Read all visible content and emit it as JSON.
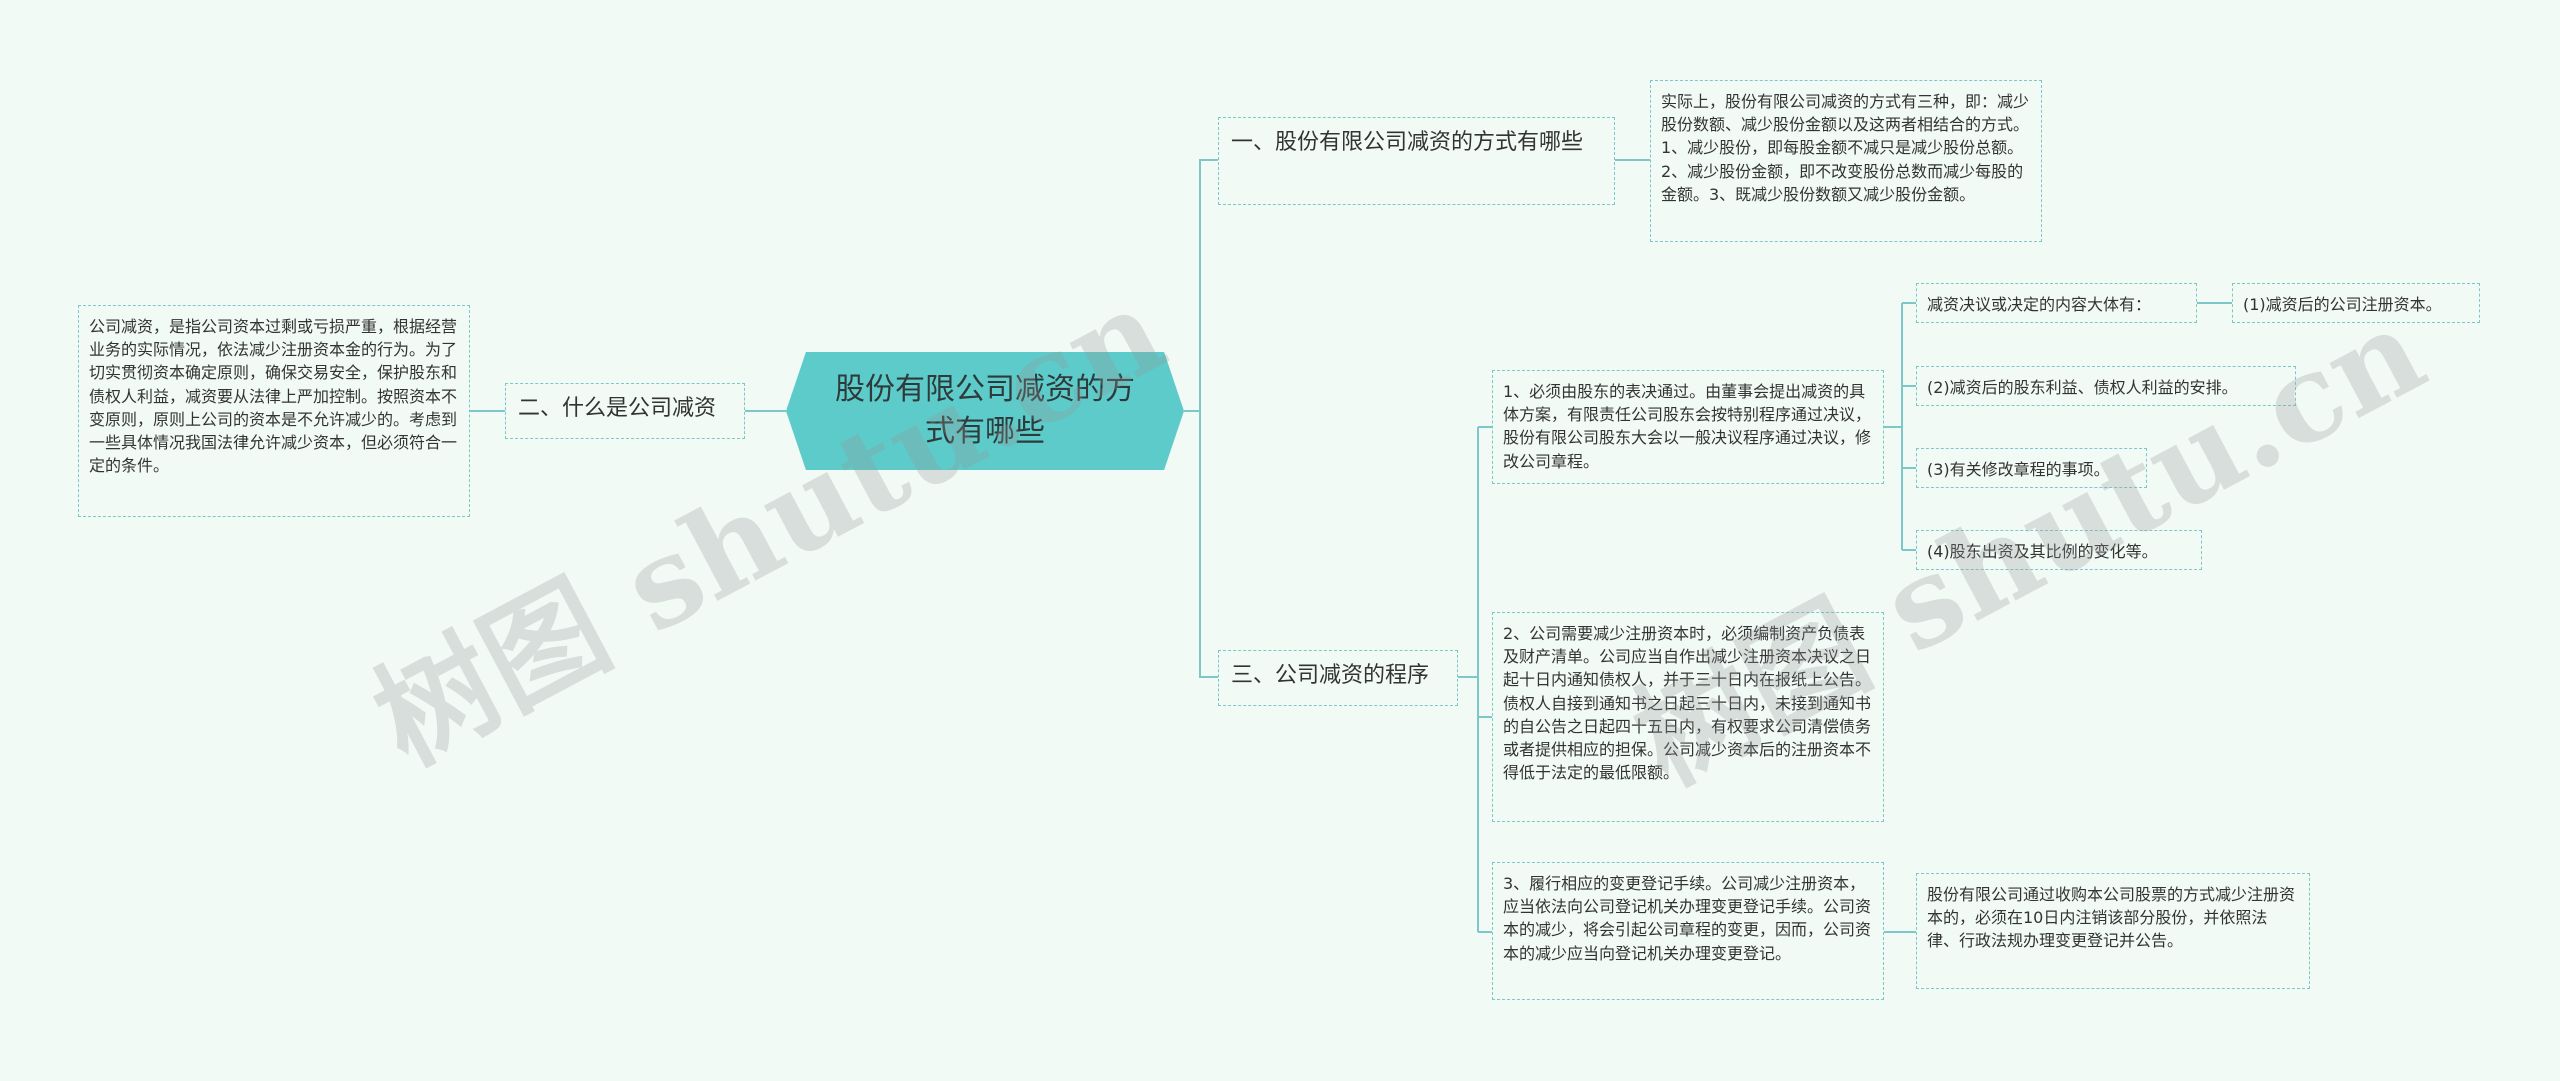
{
  "root": {
    "title": "股份有限公司减资的方式有哪些"
  },
  "branches": {
    "b1": {
      "label": "一、股份有限公司减资的方式有哪些",
      "detail": "实际上，股份有限公司减资的方式有三种，即：减少股份数额、减少股份金额以及这两者相结合的方式。1、减少股份，即每股金额不减只是减少股份总额。2、减少股份金额，即不改变股份总数而减少每股的金额。3、既减少股份数额又减少股份金额。"
    },
    "b2": {
      "label": "二、什么是公司减资",
      "detail": "公司减资，是指公司资本过剩或亏损严重，根据经营业务的实际情况，依法减少注册资本金的行为。为了切实贯彻资本确定原则，确保交易安全，保护股东和债权人利益，减资要从法律上严加控制。按照资本不变原则，原则上公司的资本是不允许减少的。考虑到一些具体情况我国法律允许减少资本，但必须符合一定的条件。"
    },
    "b3": {
      "label": "三、公司减资的程序",
      "step1": "1、必须由股东的表决通过。由董事会提出减资的具体方案，有限责任公司股东会按特别程序通过决议，股份有限公司股东大会以一般决议程序通过决议，修改公司章程。",
      "step1_heading": "减资决议或决定的内容大体有：",
      "step1_items": [
        "(1)减资后的公司注册资本。",
        "(2)减资后的股东利益、债权人利益的安排。",
        "(3)有关修改章程的事项。",
        "(4)股东出资及其比例的变化等。"
      ],
      "step2": "2、公司需要减少注册资本时，必须编制资产负债表及财产清单。公司应当自作出减少注册资本决议之日起十日内通知债权人，并于三十日内在报纸上公告。债权人自接到通知书之日起三十日内，未接到通知书的自公告之日起四十五日内，有权要求公司清偿债务或者提供相应的担保。公司减少资本后的注册资本不得低于法定的最低限额。",
      "step3": "3、履行相应的变更登记手续。公司减少注册资本，应当依法向公司登记机关办理变更登记手续。公司资本的减少，将会引起公司章程的变更，因而，公司资本的减少应当向登记机关办理变更登记。",
      "step3_note": "股份有限公司通过收购本公司股票的方式减少注册资本的，必须在10日内注销该部分股份，并依照法律、行政法规办理变更登记并公告。"
    }
  },
  "watermarks": [
    "树图 shutu.cn",
    "树图 shutu.cn"
  ],
  "colors": {
    "root_fill": "#5ecbcb",
    "border": "#7cc8c8",
    "background": "#f1faf5"
  }
}
